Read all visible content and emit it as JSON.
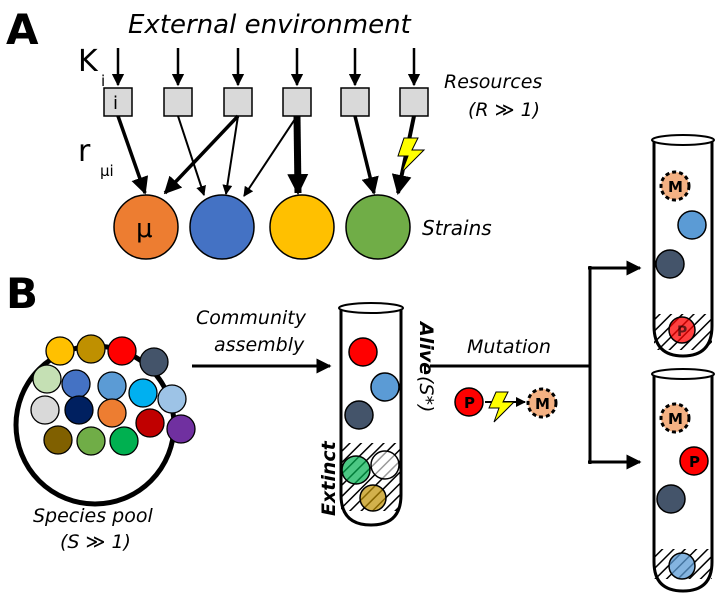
{
  "panelA": {
    "label": "A",
    "env_title": "External environment",
    "k_symbol": "K",
    "k_sub": "i",
    "r_symbol": "r",
    "r_sub": "μi",
    "resource_box_label": "i",
    "resources_label": "Resources",
    "resources_cond": "(R ≫ 1)",
    "strain_label": "μ",
    "strains_label": "Strains",
    "strain_colors": [
      "#ed7d31",
      "#4472c4",
      "#ffc000",
      "#70ad47"
    ]
  },
  "panelB": {
    "label": "B",
    "pool_label": "Species pool",
    "pool_cond": "(S ≫ 1)",
    "assembly_label_1": "Community",
    "assembly_label_2": "assembly",
    "alive_label": "Alive",
    "alive_cond": "(S*)",
    "extinct_label": "Extinct",
    "mutation_label": "Mutation",
    "parent_label": "P",
    "mutant_label": "M",
    "pool_colors": [
      "#ffc000",
      "#bf9000",
      "#ff0000",
      "#44546a",
      "#c5e0b4",
      "#4472c4",
      "#5b9bd5",
      "#00b0f0",
      "#9dc3e6",
      "#d9d9d9",
      "#002060",
      "#ed7d31",
      "#c00000",
      "#7030a0",
      "#806000",
      "#70ad47",
      "#00b050"
    ]
  }
}
